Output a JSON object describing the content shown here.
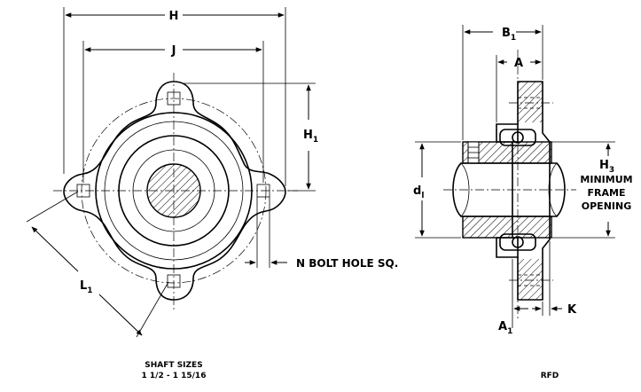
{
  "front_view": {
    "dim_H": "H",
    "dim_J": "J",
    "dim_H1_main": "H",
    "dim_H1_sub": "1",
    "dim_L1_main": "L",
    "dim_L1_sub": "1",
    "bolt_hole_note": "N BOLT HOLE SQ."
  },
  "side_view": {
    "dim_B1_main": "B",
    "dim_B1_sub": "1",
    "dim_A": "A",
    "dim_d1_main": "d",
    "dim_d1_sub": "l",
    "dim_A1_main": "A",
    "dim_A1_sub": "1",
    "dim_K": "K",
    "dim_H3_main": "H",
    "dim_H3_sub": "3",
    "frame_line1": "MINIMUM",
    "frame_line2": "FRAME",
    "frame_line3": "OPENING"
  },
  "captions": {
    "shaft_sizes_title": "SHAFT SIZES",
    "shaft_sizes_range": "1 1/2 - 1 15/16",
    "model": "RFD"
  }
}
